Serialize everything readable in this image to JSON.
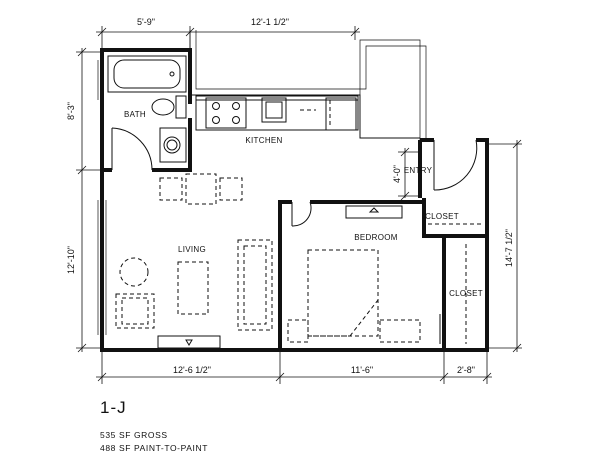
{
  "unit": {
    "name": "1-J",
    "gross": "535 SF GROSS",
    "paint": "488 SF PAINT-TO-PAINT"
  },
  "rooms": {
    "bath": "BATH",
    "kitchen": "KITCHEN",
    "entry": "ENTRY",
    "living": "LIVING",
    "bedroom": "BEDROOM",
    "closet_upper": "CLOSET",
    "closet_lower": "CLOSET"
  },
  "dimensions": {
    "top_left": "5'-9\"",
    "top_right": "12'-1 1/2\"",
    "left_upper": "8'-3\"",
    "left_lower": "12'-10\"",
    "entry_depth": "4'-0\"",
    "right": "14'-7 1/2\"",
    "bottom_living": "12'-6 1/2\"",
    "bottom_bedroom": "11'-6\"",
    "bottom_closet": "2'-8\""
  }
}
